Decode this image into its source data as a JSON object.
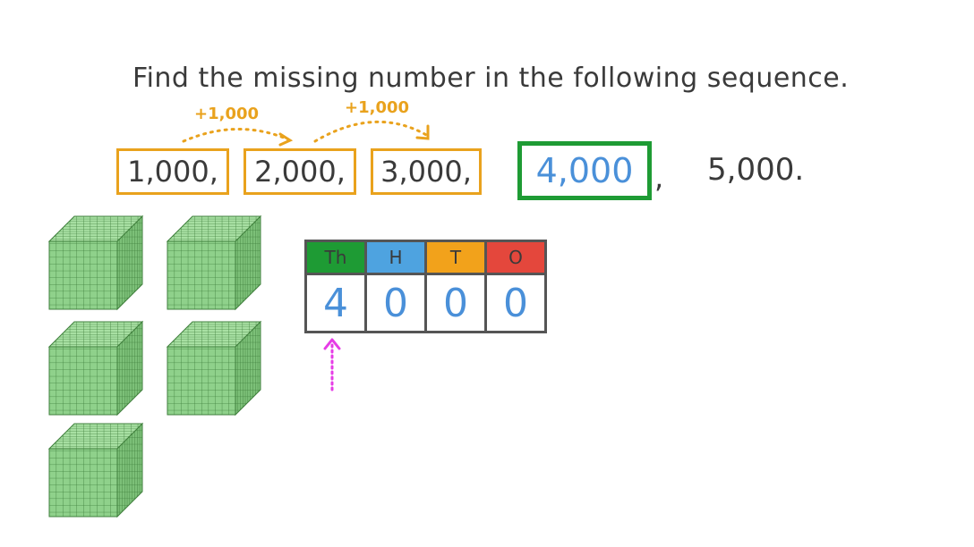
{
  "question": "Find the missing number in the following sequence.",
  "step_labels": [
    "+1,000",
    "+1,000"
  ],
  "sequence": [
    "1,000,",
    "2,000,",
    "3,000,"
  ],
  "answer": "4,000",
  "answer_comma": ",",
  "last_term": "5,000.",
  "place_value_table": {
    "headers": [
      "Th",
      "H",
      "T",
      "O"
    ],
    "digits": [
      "4",
      "0",
      "0",
      "0"
    ]
  },
  "thousand_cubes_count": 5,
  "colors": {
    "orange": "#e9a21d",
    "green": "#1e9b34",
    "blue_digits": "#4a90d9",
    "cube_green": "#8fd18b",
    "header_th": "#1e9b34",
    "header_h": "#4ea3e0",
    "header_t": "#f2a21b",
    "header_o": "#e4473c",
    "arrow_magenta": "#e63ce6"
  }
}
